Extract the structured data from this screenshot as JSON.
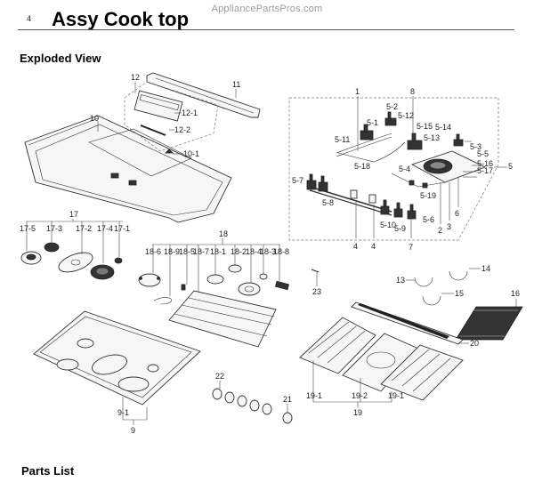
{
  "header": {
    "watermark": "AppliancePartsPros.com",
    "page_number": "4",
    "title": "Assy Cook top"
  },
  "sections": {
    "exploded_view": "Exploded View",
    "parts_list": "Parts List"
  },
  "callouts": {
    "c1": "1",
    "c2": "2",
    "c3": "3",
    "c4a": "4",
    "c4b": "4",
    "c5": "5",
    "c6": "6",
    "c7": "7",
    "c8": "8",
    "c9": "9",
    "c9_1": "9-1",
    "c10": "10",
    "c10_1": "10-1",
    "c11": "11",
    "c12": "12",
    "c12_1": "12-1",
    "c12_2": "12-2",
    "c13": "13",
    "c14": "14",
    "c15": "15",
    "c16": "16",
    "c17": "17",
    "c17_5": "17-5",
    "c17_3": "17-3",
    "c17_2": "17-2",
    "c17_4": "17-4",
    "c17_1": "17-1",
    "c18": "18",
    "c18_6": "18-6",
    "c18_9": "18-9",
    "c18_5": "18-5",
    "c18_7": "18-7",
    "c18_1": "18-1",
    "c18_2": "18-2",
    "c18_4": "18-4",
    "c18_3": "18-3",
    "c18_8": "18-8",
    "c19": "19",
    "c19_1a": "19-1",
    "c19_2": "19-2",
    "c19_1b": "19-1",
    "c20": "20",
    "c21": "21",
    "c22": "22",
    "c23": "23",
    "c5_1": "5-1",
    "c5_2": "5-2",
    "c5_3": "5-3",
    "c5_4": "5-4",
    "c5_5": "5-5",
    "c5_6": "5-6",
    "c5_7": "5-7",
    "c5_8": "5-8",
    "c5_9": "5-9",
    "c5_10": "5-10",
    "c5_11": "5-11",
    "c5_12": "5-12",
    "c5_13": "5-13",
    "c5_14": "5-14",
    "c5_15": "5-15",
    "c5_16": "5-16",
    "c5_17": "5-17",
    "c5_18": "5-18",
    "c5_19": "5-19"
  }
}
